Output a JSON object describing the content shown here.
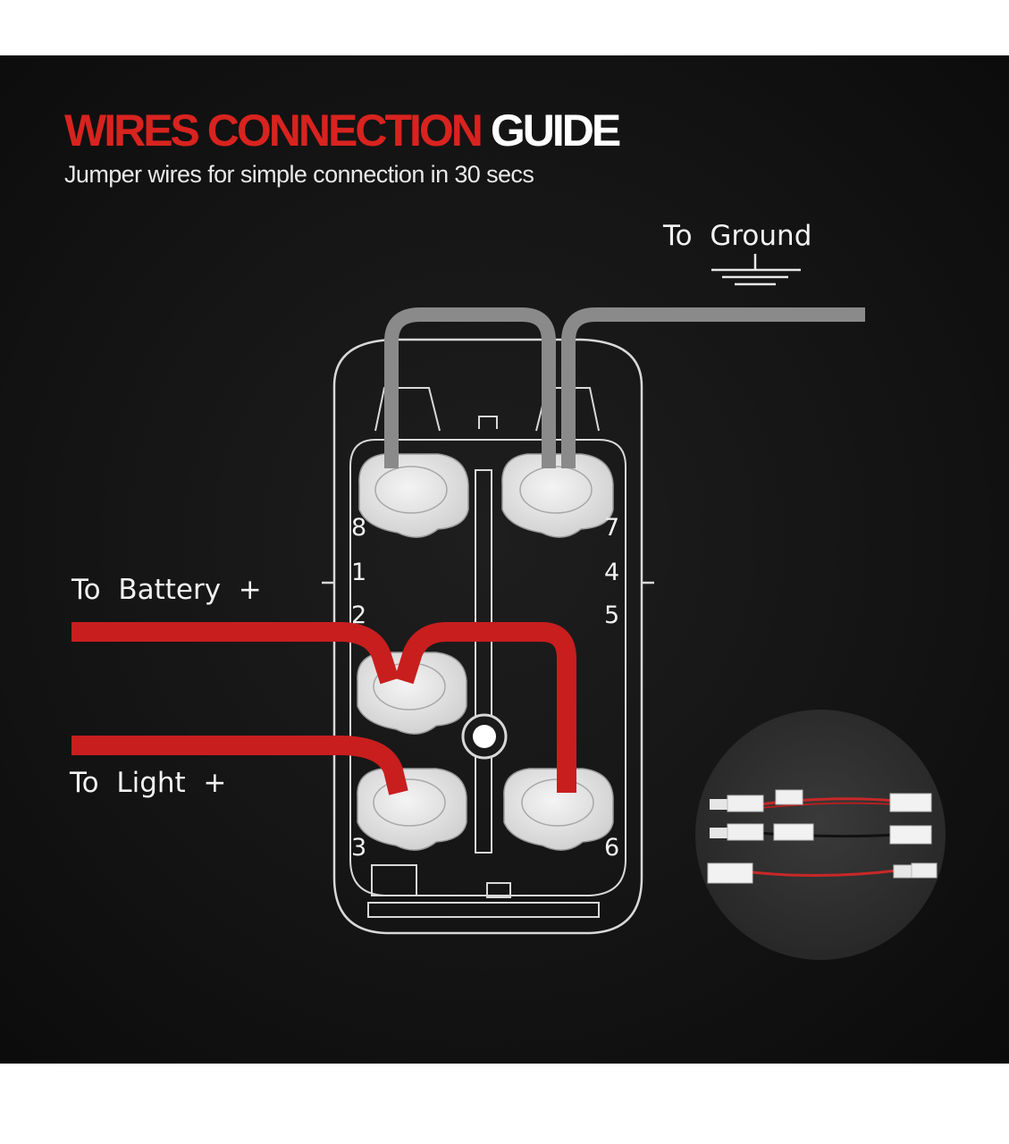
{
  "heading": {
    "accent": "WIRES CONNECTION",
    "rest": "GUIDE",
    "accent_color": "#d8231f"
  },
  "subheading": "Jumper wires for simple connection in 30 secs",
  "labels": {
    "ground": "To  Ground",
    "battery": "To  Battery  +",
    "light": "To  Light  +"
  },
  "pins": {
    "p8": "8",
    "p1": "1",
    "p2": "2",
    "p3": "3",
    "p7": "7",
    "p4": "4",
    "p5": "5",
    "p6": "6"
  },
  "colors": {
    "panel_background": "#161616",
    "ground_wire": "#8a8a8a",
    "power_wire": "#c81e1e",
    "switch_outline": "#d8d8d8",
    "terminal_fill": "#e6e6e6"
  },
  "icons": {
    "ground": "ground-symbol-icon",
    "accessory": "jumper-wires-photo"
  }
}
